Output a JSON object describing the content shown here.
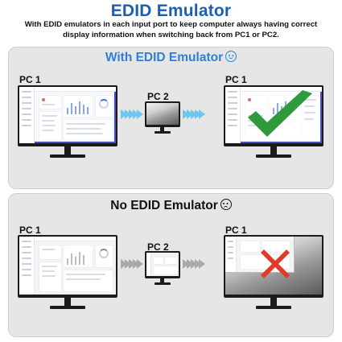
{
  "header": {
    "title": "EDID Emulator",
    "subtitle_line1": "With EDID emulators in each input port to keep computer always having correct",
    "subtitle_line2": "display information when switching back from PC1 or PC2."
  },
  "with_panel": {
    "title": "With EDID Emulator",
    "face_icon": "smile-icon",
    "labels": {
      "left": "PC 1",
      "middle": "PC 2",
      "right": "PC 1"
    },
    "accent_color": "#2f7fd8",
    "arrow_color": "#6cc6ef",
    "result_icon": "checkmark-icon",
    "result_color": "#2e9a3c"
  },
  "without_panel": {
    "title": "No EDID Emulator",
    "face_icon": "sad-icon",
    "labels": {
      "left": "PC 1",
      "middle": "PC 2",
      "right": "PC 1"
    },
    "arrow_color": "#a9a9a9",
    "result_icon": "cross-icon",
    "result_color": "#e03a2a"
  }
}
